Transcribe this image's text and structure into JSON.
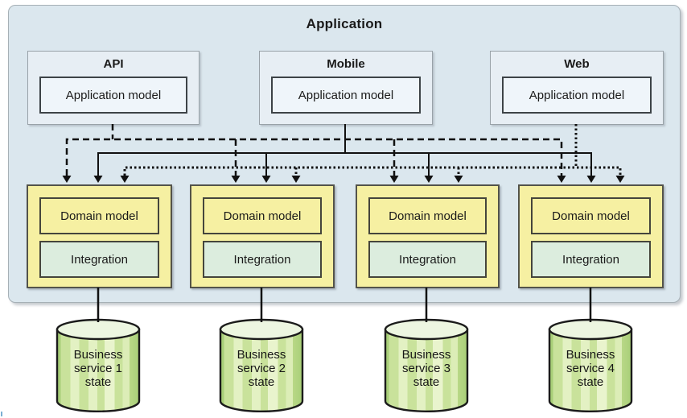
{
  "application": {
    "title": "Application"
  },
  "channels": [
    {
      "label": "API",
      "model_label": "Application model",
      "connector_style": "dashed"
    },
    {
      "label": "Mobile",
      "model_label": "Application model",
      "connector_style": "solid"
    },
    {
      "label": "Web",
      "model_label": "Application model",
      "connector_style": "dotted"
    }
  ],
  "services": [
    {
      "domain_label": "Domain model",
      "integration_label": "Integration"
    },
    {
      "domain_label": "Domain model",
      "integration_label": "Integration"
    },
    {
      "domain_label": "Domain model",
      "integration_label": "Integration"
    },
    {
      "domain_label": "Domain model",
      "integration_label": "Integration"
    }
  ],
  "stores": [
    {
      "label": "Business service 1 state"
    },
    {
      "label": "Business service 2 state"
    },
    {
      "label": "Business service 3 state"
    },
    {
      "label": "Business service 4 state"
    }
  ],
  "colors": {
    "container_bg": "#dbe7ee",
    "channel_bg": "#e7eef4",
    "model_bg": "#eff5fa",
    "service_bg": "#f6f0a2",
    "integration_bg": "#dcedde",
    "cylinder_body": "#c9e29b",
    "cylinder_stripe": "#e3f1c3",
    "cylinder_top": "#edf6e1",
    "line": "#111111"
  }
}
